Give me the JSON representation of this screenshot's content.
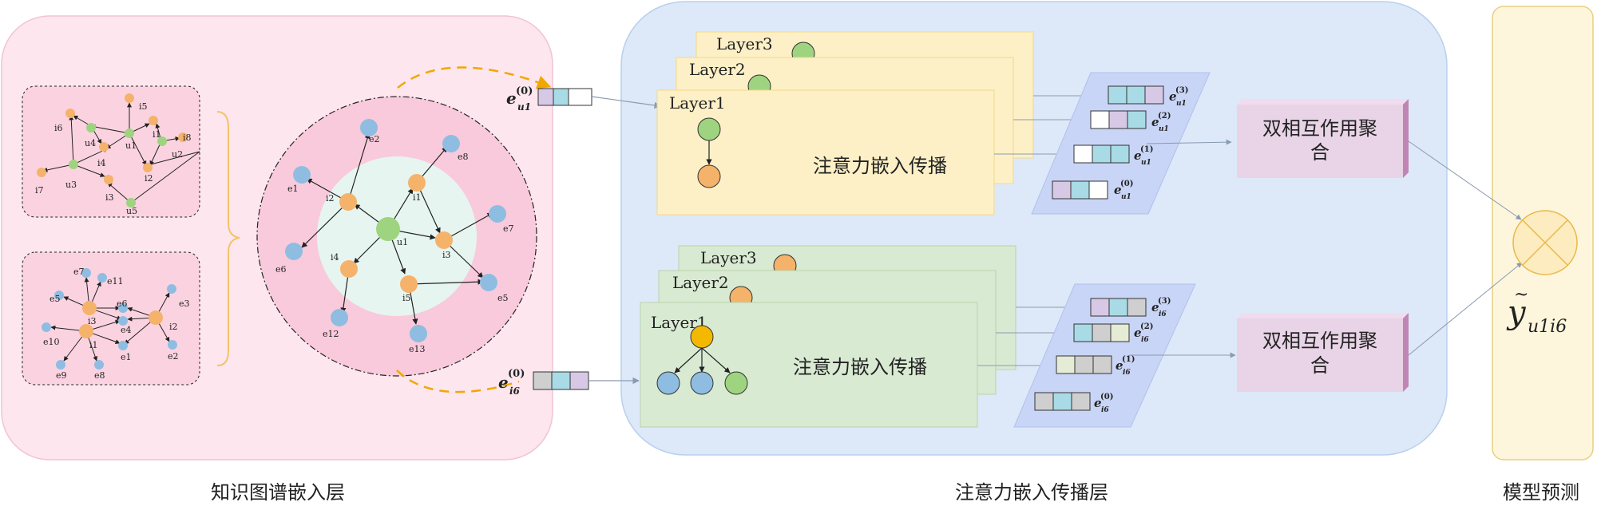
{
  "captions": {
    "kg_layer": "知识图谱嵌入层",
    "attn_layer": "注意力嵌入传播层",
    "predict": "模型预测"
  },
  "layers": [
    "Layer3",
    "Layer2",
    "Layer1"
  ],
  "propagation_label": "注意力嵌入传播",
  "aggregator_line1": "双相互作用聚",
  "aggregator_line2": "合",
  "top_graph": {
    "nodes": [
      "i5",
      "i6",
      "u4",
      "u1",
      "i1",
      "i8",
      "u2",
      "i4",
      "i2",
      "u3",
      "i3",
      "i7",
      "u5"
    ]
  },
  "bottom_graph": {
    "nodes": [
      "e7",
      "e11",
      "e5",
      "e6",
      "e3",
      "i3",
      "e4",
      "i2",
      "e10",
      "i1",
      "e1",
      "e2",
      "e9",
      "e8"
    ]
  },
  "center_graph": {
    "nodes": [
      "e2",
      "e8",
      "e1",
      "i2",
      "i1",
      "e7",
      "u1",
      "i3",
      "e6",
      "i4",
      "i5",
      "e5",
      "e12",
      "e13"
    ]
  },
  "embedding_labels": {
    "user": "e",
    "user_sub": "u1",
    "user_sup": "(0)",
    "item": "e",
    "item_sub": "i6",
    "item_sup": "(0)"
  },
  "stack_labels_user": [
    "(3)",
    "(2)",
    "(1)",
    "(0)"
  ],
  "stack_labels_item": [
    "(3)",
    "(2)",
    "(1)",
    "(0)"
  ],
  "prediction": {
    "y": "y",
    "sub": "u1i6"
  },
  "colors": {
    "kg_panel": "#fde6ee",
    "attn_panel": "#dde9f8",
    "predict_panel": "#fdf6dc",
    "yellow_layer": "#fdf0c6",
    "green_layer": "#d9ead3",
    "orange_node": "#f5b26b",
    "green_node": "#9ed47f",
    "blue_node": "#8fbde2",
    "aggregator": "#e8d4e6",
    "vec_purple": "#d7c9e6",
    "vec_cyan": "#a9dbe6",
    "vec_gray": "#cfcfcf"
  }
}
